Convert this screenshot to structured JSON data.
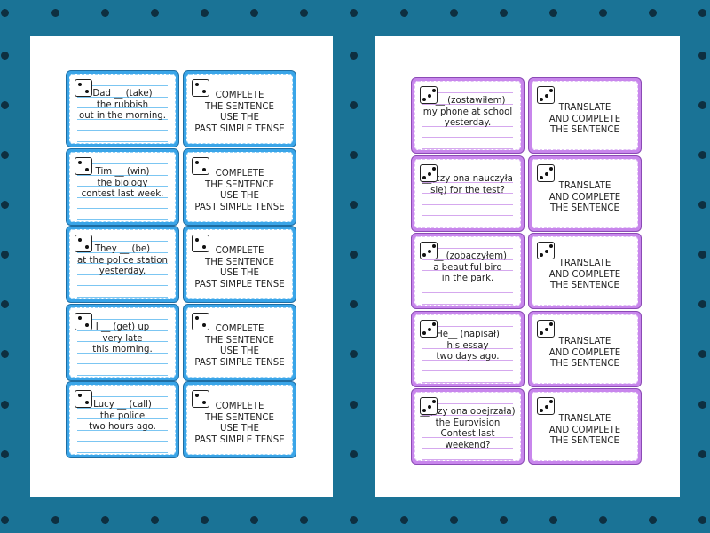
{
  "colors": {
    "background": "#1a7396",
    "background_dots": "#0e2f40",
    "sheet": "#ffffff",
    "blue_card_border": "#3aa5e8",
    "purple_card_border": "#c886ec",
    "text": "#222222"
  },
  "left_sheet": {
    "theme": "blue",
    "questions": [
      {
        "die": 2,
        "lines": [
          "Dad __ (take)",
          "the rubbish",
          "out in the morning."
        ]
      },
      {
        "die": 2,
        "lines": [
          "Tim __ (win)",
          "the biology",
          "contest last week."
        ]
      },
      {
        "die": 2,
        "lines": [
          "They __ (be)",
          "at the police station",
          "yesterday."
        ]
      },
      {
        "die": 2,
        "lines": [
          "I __ (get) up",
          "very late",
          "this morning."
        ]
      },
      {
        "die": 2,
        "lines": [
          "Lucy __ (call)",
          "the police",
          "two hours ago."
        ]
      }
    ],
    "instructions": [
      {
        "die": 2,
        "lines": [
          "COMPLETE",
          "THE SENTENCE",
          "USE THE",
          "PAST SIMPLE TENSE"
        ]
      },
      {
        "die": 2,
        "lines": [
          "COMPLETE",
          "THE SENTENCE",
          "USE THE",
          "PAST SIMPLE TENSE"
        ]
      },
      {
        "die": 2,
        "lines": [
          "COMPLETE",
          "THE SENTENCE",
          "USE THE",
          "PAST SIMPLE TENSE"
        ]
      },
      {
        "die": 2,
        "lines": [
          "COMPLETE",
          "THE SENTENCE",
          "USE THE",
          "PAST SIMPLE TENSE"
        ]
      },
      {
        "die": 2,
        "lines": [
          "COMPLETE",
          "THE SENTENCE",
          "USE THE",
          "PAST SIMPLE TENSE"
        ]
      }
    ]
  },
  "right_sheet": {
    "theme": "purple",
    "questions": [
      {
        "die": 3,
        "lines": [
          "I __ (zostawiłem)",
          "my phone at school",
          "yesterday."
        ]
      },
      {
        "die": 3,
        "lines": [
          "__(czy ona nauczyła",
          "się) for the test?"
        ]
      },
      {
        "die": 3,
        "lines": [
          "I __ (zobaczyłem)",
          "a beautiful bird",
          "in the park."
        ]
      },
      {
        "die": 3,
        "lines": [
          "He__ (napisał)",
          "his essay",
          "two days ago."
        ]
      },
      {
        "die": 3,
        "lines": [
          "__(czy ona obejrzała)",
          "the Eurovision",
          "Contest last",
          "weekend?"
        ]
      }
    ],
    "instructions": [
      {
        "die": 3,
        "lines": [
          "TRANSLATE",
          "AND COMPLETE",
          "THE SENTENCE"
        ]
      },
      {
        "die": 3,
        "lines": [
          "TRANSLATE",
          "AND COMPLETE",
          "THE SENTENCE"
        ]
      },
      {
        "die": 3,
        "lines": [
          "TRANSLATE",
          "AND COMPLETE",
          "THE SENTENCE"
        ]
      },
      {
        "die": 3,
        "lines": [
          "TRANSLATE",
          "AND COMPLETE",
          "THE SENTENCE"
        ]
      },
      {
        "die": 3,
        "lines": [
          "TRANSLATE",
          "AND COMPLETE",
          "THE SENTENCE"
        ]
      }
    ]
  }
}
